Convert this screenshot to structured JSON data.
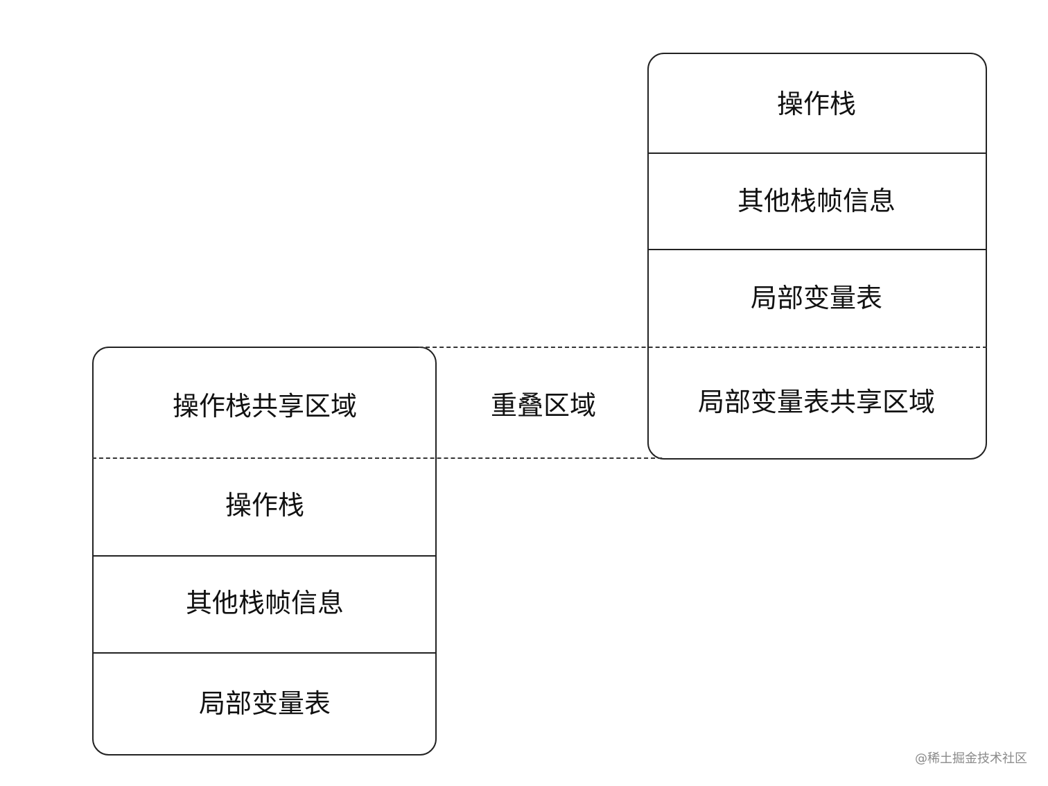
{
  "right_stack": {
    "operand_stack": "操作栈",
    "other_frame_info": "其他栈帧信息",
    "local_var_table": "局部变量表",
    "shared_local_var_area": "局部变量表共享区域"
  },
  "left_stack": {
    "shared_operand_area": "操作栈共享区域",
    "operand_stack": "操作栈",
    "other_frame_info": "其他栈帧信息",
    "local_var_table": "局部变量表"
  },
  "overlap_label": "重叠区域",
  "watermark": "@稀土掘金技术社区"
}
